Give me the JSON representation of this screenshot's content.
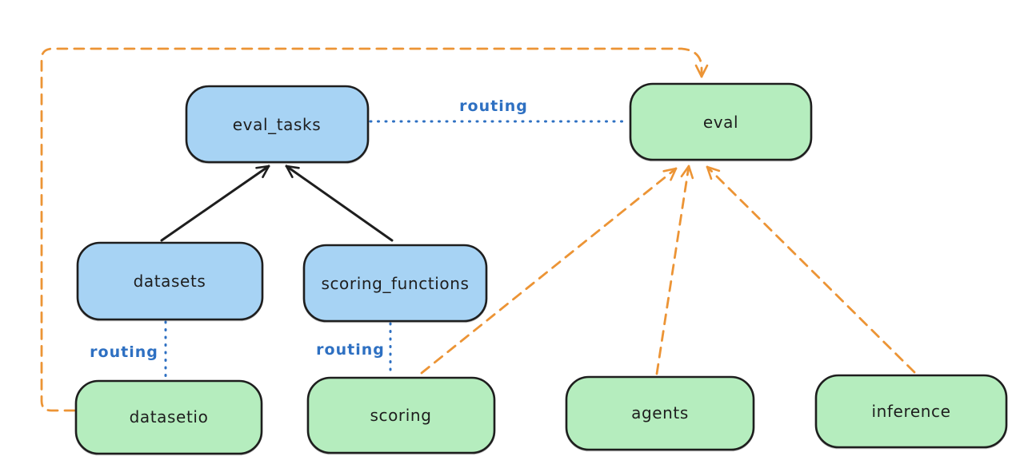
{
  "diagram": {
    "background": "#ffffff",
    "colors": {
      "blue_fill": "#a7d3f4",
      "green_fill": "#b5edbe",
      "node_stroke": "#1e1e1e",
      "black_edge": "#1e1e1e",
      "blue_edge": "#2e70c2",
      "orange_edge": "#ec9435"
    },
    "nodes": [
      {
        "id": "eval_tasks",
        "label": "eval_tasks",
        "fill": "#a7d3f4"
      },
      {
        "id": "eval",
        "label": "eval",
        "fill": "#b5edbe"
      },
      {
        "id": "datasets",
        "label": "datasets",
        "fill": "#a7d3f4"
      },
      {
        "id": "scoring_functions",
        "label": "scoring_functions",
        "fill": "#a7d3f4"
      },
      {
        "id": "datasetio",
        "label": "datasetio",
        "fill": "#b5edbe"
      },
      {
        "id": "scoring",
        "label": "scoring",
        "fill": "#b5edbe"
      },
      {
        "id": "agents",
        "label": "agents",
        "fill": "#b5edbe"
      },
      {
        "id": "inference",
        "label": "inference",
        "fill": "#b5edbe"
      }
    ],
    "edge_labels": {
      "routing_top": "routing",
      "routing_datasets": "routing",
      "routing_scoring": "routing"
    },
    "edges": [
      {
        "from": "datasets",
        "to": "eval_tasks",
        "style": "solid-arrow",
        "color": "#1e1e1e"
      },
      {
        "from": "scoring_functions",
        "to": "eval_tasks",
        "style": "solid-arrow",
        "color": "#1e1e1e"
      },
      {
        "from": "eval_tasks",
        "to": "eval",
        "style": "dotted",
        "color": "#2e70c2",
        "label": "routing"
      },
      {
        "from": "datasets",
        "to": "datasetio",
        "style": "dotted",
        "color": "#2e70c2",
        "label": "routing"
      },
      {
        "from": "scoring_functions",
        "to": "scoring",
        "style": "dotted",
        "color": "#2e70c2",
        "label": "routing"
      },
      {
        "from": "datasetio",
        "to": "eval",
        "style": "dashed-arrow",
        "color": "#ec9435"
      },
      {
        "from": "scoring",
        "to": "eval",
        "style": "dashed-arrow",
        "color": "#ec9435"
      },
      {
        "from": "agents",
        "to": "eval",
        "style": "dashed-arrow",
        "color": "#ec9435"
      },
      {
        "from": "inference",
        "to": "eval",
        "style": "dashed-arrow",
        "color": "#ec9435"
      }
    ]
  }
}
